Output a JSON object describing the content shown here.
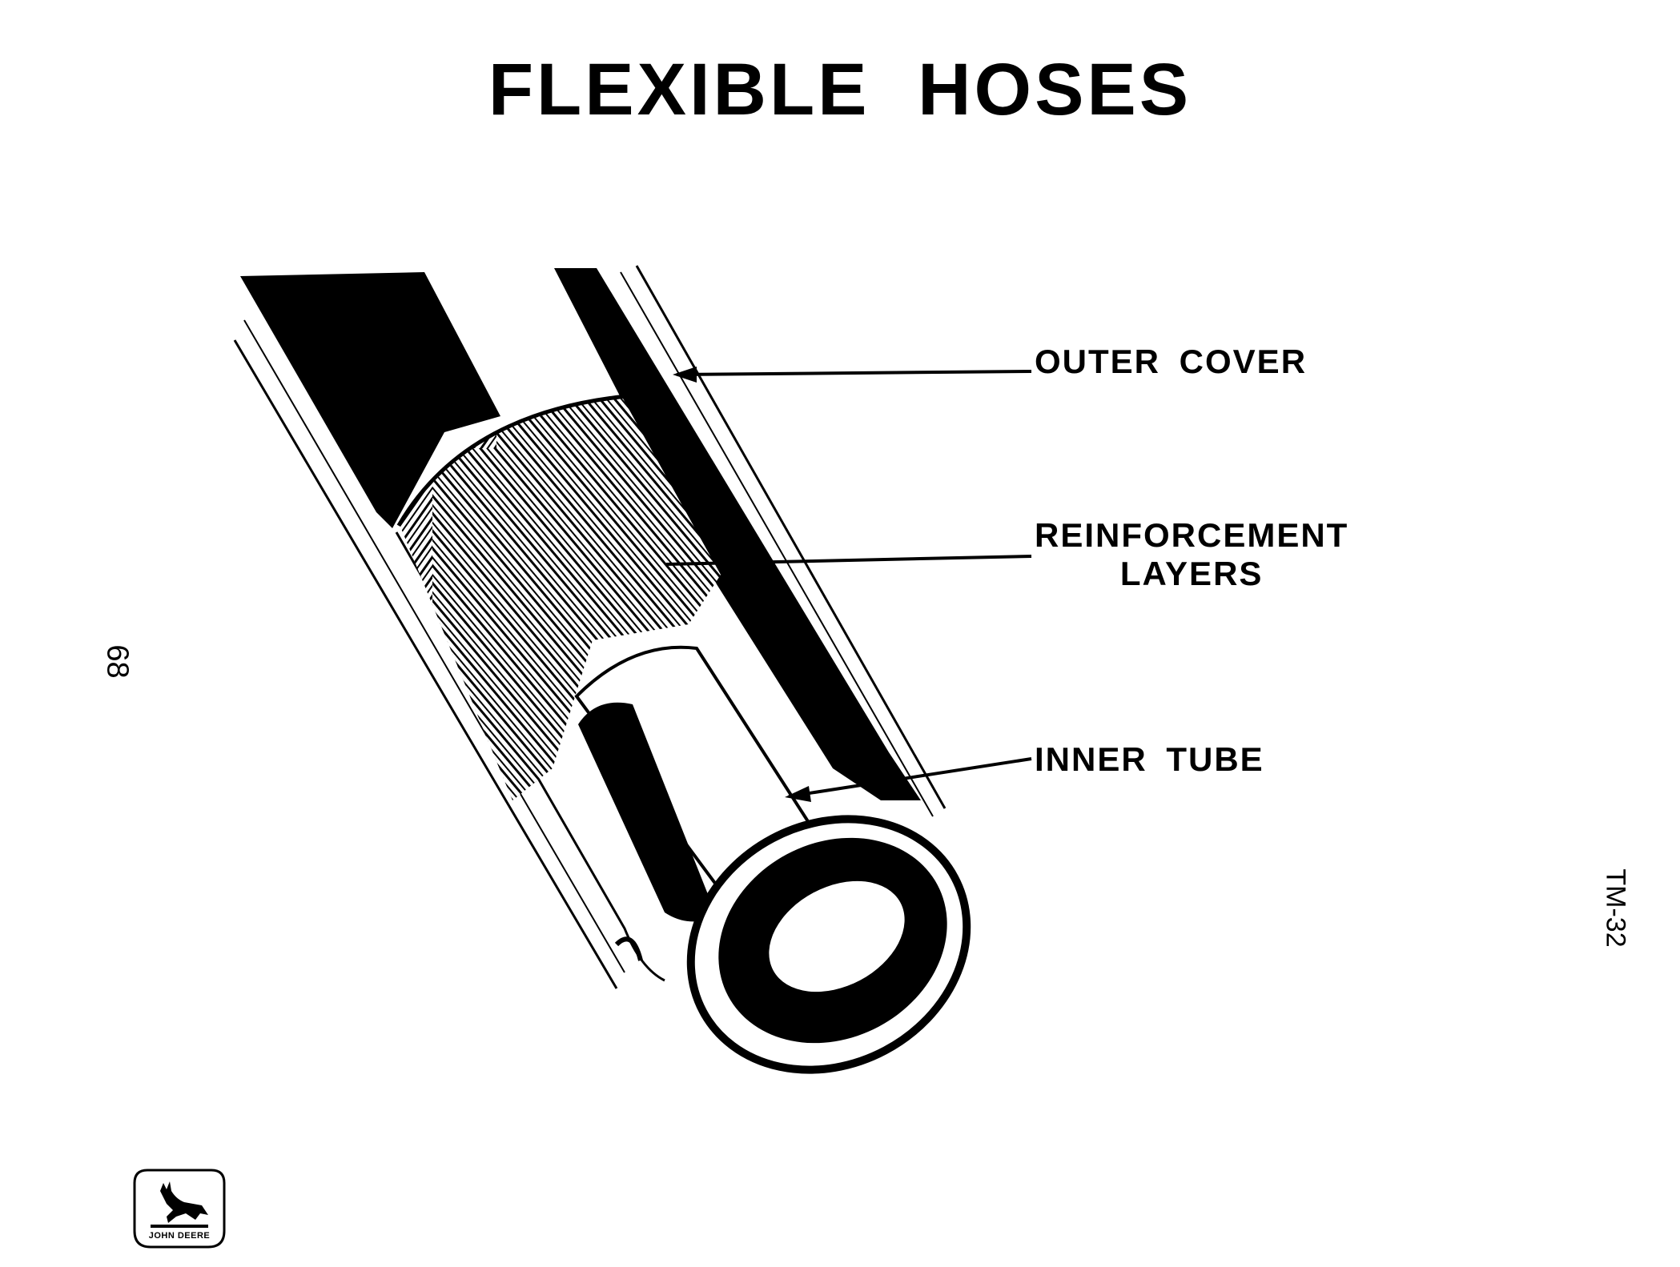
{
  "title": "FLEXIBLE HOSES",
  "labels": {
    "outer_cover": "OUTER COVER",
    "reinforcement_line1": "REINFORCEMENT",
    "reinforcement_line2": "LAYERS",
    "inner_tube": "INNER TUBE"
  },
  "page_number": "68",
  "document_code": "TM-32",
  "logo": {
    "brand_text": "JOHN DEERE",
    "icon": "leaping-deer-logo-icon"
  },
  "colors": {
    "ink": "#000000",
    "paper": "#ffffff"
  }
}
